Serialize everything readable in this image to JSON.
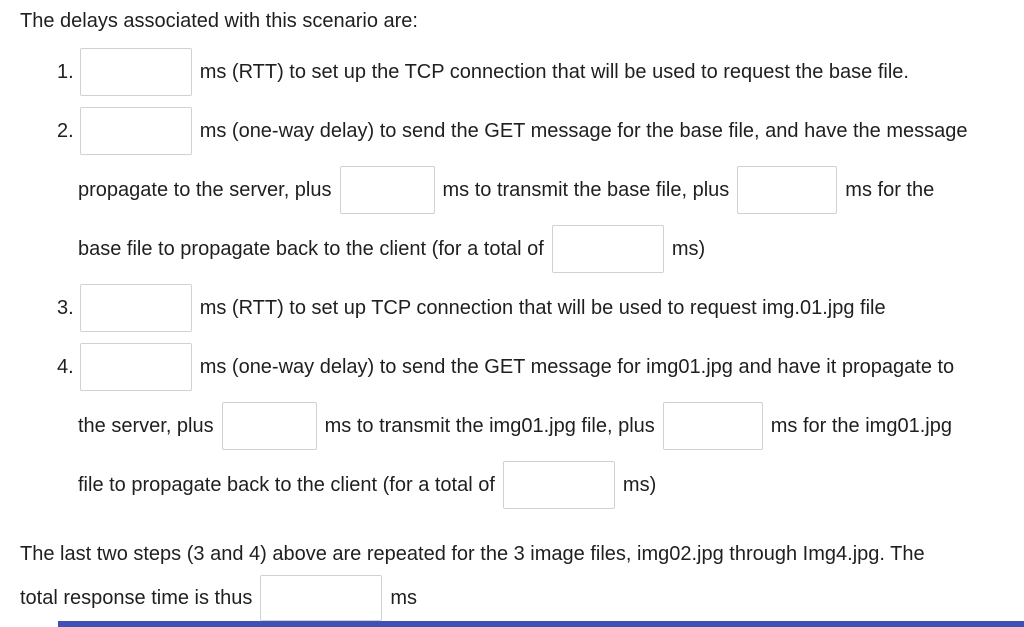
{
  "colors": {
    "bottom_bar": "#3f51b5",
    "input_border": "#cdd2d8",
    "text": "#1f1f1f"
  },
  "intro": "The delays associated with this scenario are:",
  "steps": [
    {
      "number": "1.",
      "after_input": "ms (RTT) to set up the TCP connection that will be used to request the base file."
    },
    {
      "number": "2.",
      "after_input": "ms (one-way delay) to send the GET message for the base file, and have the message",
      "cont1_before": "propagate to the server, plus",
      "cont1_mid": "ms to transmit the base file, plus",
      "cont1_after": "ms for the",
      "cont2_before": "base file to propagate back to the client (for a total of",
      "cont2_after": "ms)"
    },
    {
      "number": "3.",
      "after_input": "ms (RTT) to set up TCP connection that will be used to request img.01.jpg file"
    },
    {
      "number": "4.",
      "after_input": "ms (one-way delay) to send the GET message for img01.jpg and have it propagate to",
      "cont1_before": "the server, plus",
      "cont1_mid": "ms to transmit the img01.jpg file, plus",
      "cont1_after": "ms for the img01.jpg",
      "cont2_before": "file to propagate back to the client (for a total of",
      "cont2_after": "ms)"
    }
  ],
  "closing": {
    "line1": "The last two steps (3 and 4) above are repeated for the 3 image files, img02.jpg through Img4.jpg. The",
    "line2_before": "total response time is thus",
    "line2_after": "ms"
  },
  "inputs": {
    "step1_rtt": "",
    "step2_oneway": "",
    "step2_transmit": "",
    "step2_propagate": "",
    "step2_total": "",
    "step3_rtt": "",
    "step4_oneway": "",
    "step4_transmit": "",
    "step4_propagate": "",
    "step4_total": "",
    "total_response": ""
  }
}
